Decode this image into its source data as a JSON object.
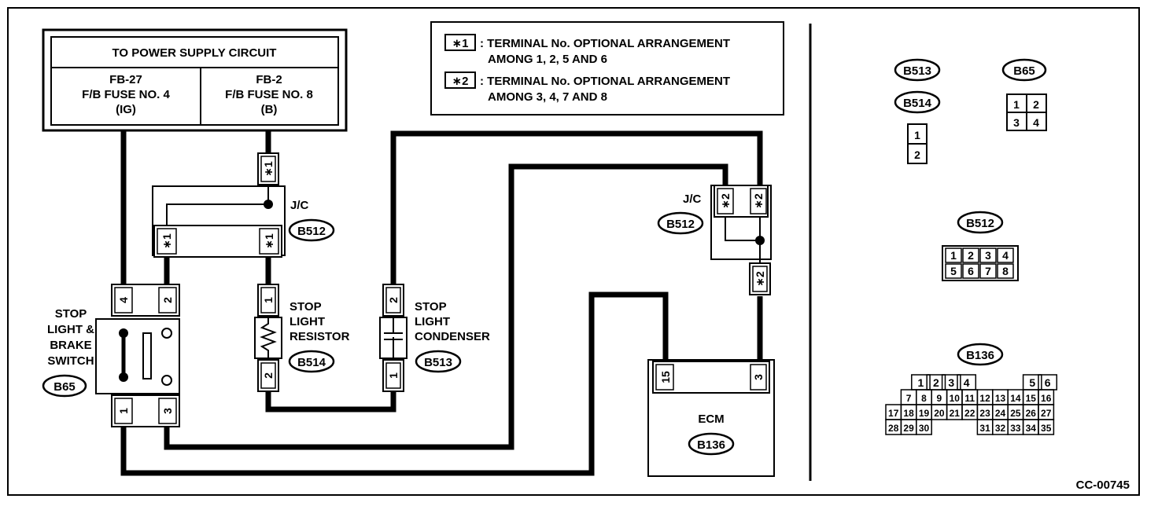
{
  "power_box": {
    "title": "TO POWER SUPPLY CIRCUIT",
    "fuse_left": [
      "FB-27",
      "F/B FUSE NO. 4",
      "(IG)"
    ],
    "fuse_right": [
      "FB-2",
      "F/B FUSE NO. 8",
      "(B)"
    ]
  },
  "legend": {
    "items": [
      {
        "key": "∗1",
        "line1": ": TERMINAL No. OPTIONAL ARRANGEMENT",
        "line2": "AMONG 1, 2, 5 AND 6"
      },
      {
        "key": "∗2",
        "line1": ": TERMINAL No. OPTIONAL ARRANGEMENT",
        "line2": "AMONG 3, 4, 7 AND 8"
      }
    ]
  },
  "components": {
    "jc_left": {
      "label": "J/C",
      "code": "B512",
      "star": "∗1"
    },
    "jc_right": {
      "label": "J/C",
      "code": "B512",
      "star": "∗2"
    },
    "switch": {
      "lines": [
        "STOP",
        "LIGHT &",
        "BRAKE",
        "SWITCH"
      ],
      "code": "B65",
      "pins": [
        "4",
        "2",
        "1",
        "3"
      ]
    },
    "resistor": {
      "lines": [
        "STOP",
        "LIGHT",
        "RESISTOR"
      ],
      "code": "B514",
      "pins": [
        "1",
        "2"
      ]
    },
    "condenser": {
      "lines": [
        "STOP",
        "LIGHT",
        "CONDENSER"
      ],
      "code": "B513",
      "pins": [
        "2",
        "1"
      ]
    },
    "ecm": {
      "label": "ECM",
      "code": "B136",
      "pins": [
        "15",
        "3"
      ]
    }
  },
  "connectors": {
    "b513": "B513",
    "b514": "B514",
    "b65": "B65",
    "b65_pins": [
      "1",
      "2",
      "3",
      "4"
    ],
    "b514_pins": [
      "1",
      "2"
    ],
    "b512": "B512",
    "b512_pins": [
      "1",
      "2",
      "3",
      "4",
      "5",
      "6",
      "7",
      "8"
    ],
    "b136": "B136",
    "b136_row1": [
      "1",
      "2",
      "3",
      "4",
      "5",
      "6"
    ],
    "b136_row2": [
      "7",
      "8",
      "9",
      "10",
      "11",
      "12",
      "13",
      "14",
      "15",
      "16"
    ],
    "b136_row3": [
      "17",
      "18",
      "19",
      "20",
      "21",
      "22",
      "23",
      "24",
      "25",
      "26",
      "27"
    ],
    "b136_row4": [
      "28",
      "29",
      "30",
      "31",
      "32",
      "33",
      "34",
      "35"
    ]
  },
  "figure_id": "CC-00745"
}
